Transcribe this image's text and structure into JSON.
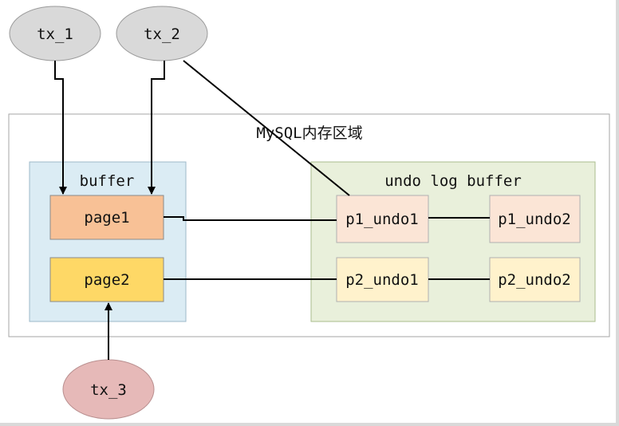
{
  "memory_region": {
    "title": "MySQL内存区域"
  },
  "buffer": {
    "title": "buffer",
    "pages": [
      {
        "label": "page1",
        "fill": "#f8c196"
      },
      {
        "label": "page2",
        "fill": "#fed866"
      }
    ],
    "fill": "#dbecf4"
  },
  "undo_log_buffer": {
    "title": "undo log buffer",
    "fill": "#e9f0db",
    "entries": [
      {
        "label": "p1_undo1",
        "fill": "#fbe5d6"
      },
      {
        "label": "p1_undo2",
        "fill": "#fbe5d6"
      },
      {
        "label": "p2_undo1",
        "fill": "#fff2cc"
      },
      {
        "label": "p2_undo2",
        "fill": "#fff2cc"
      }
    ]
  },
  "transactions": [
    {
      "label": "tx_1",
      "fill": "#d9d9d9"
    },
    {
      "label": "tx_2",
      "fill": "#d9d9d9"
    },
    {
      "label": "tx_3",
      "fill": "#e6b9b8"
    }
  ]
}
